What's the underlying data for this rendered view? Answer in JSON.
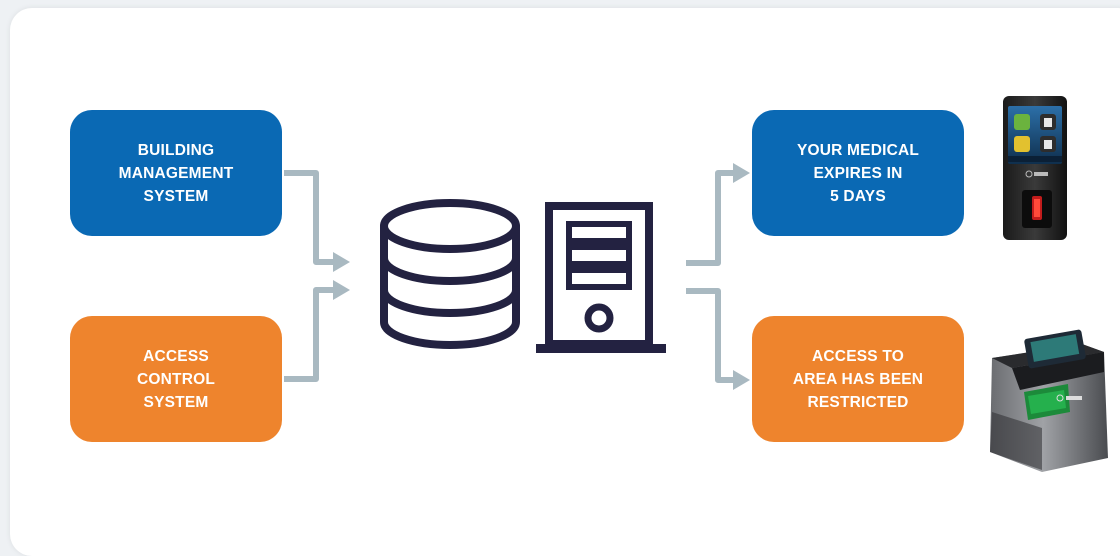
{
  "colors": {
    "blue": "#0a69b4",
    "orange": "#ee842d",
    "connector": "#a9b9c1",
    "icon": "#232241"
  },
  "inputs": {
    "building_management": "BUILDING\nMANAGEMENT\nSYSTEM",
    "access_control": "ACCESS\nCONTROL\nSYSTEM"
  },
  "outputs": {
    "medical_expiry": "YOUR MEDICAL\nEXPIRES IN\n5 DAYS",
    "access_restricted": "ACCESS TO\nAREA HAS BEEN\nRESTRICTED"
  },
  "icons": {
    "database": "database-icon",
    "server": "server-tower-icon",
    "wall_reader": "wall-terminal-reader-icon",
    "fingerprint_reader": "fingerprint-scanner-icon"
  }
}
